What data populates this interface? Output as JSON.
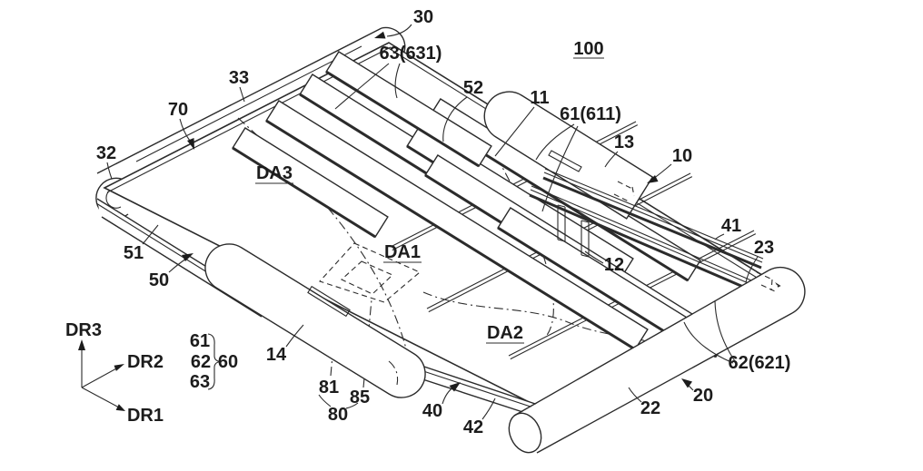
{
  "figure": {
    "kind": "patent-line-drawing",
    "line_color": "#2b2b2b",
    "background_color": "#ffffff",
    "labels": {
      "n100": "100",
      "n30": "30",
      "n63_631": "63(631)",
      "n33": "33",
      "n70": "70",
      "n32": "32",
      "n52": "52",
      "n11": "11",
      "n61_611": "61(611)",
      "n13": "13",
      "n10": "10",
      "n41": "41",
      "n23": "23",
      "n12": "12",
      "da3": "DA3",
      "da1": "DA1",
      "da2": "DA2",
      "n62_621": "62(621)",
      "n20": "20",
      "n22": "22",
      "n40": "40",
      "n42": "42",
      "n80": "80",
      "n81": "81",
      "n85": "85",
      "n14": "14",
      "n50": "50",
      "n51": "51",
      "g61": "61",
      "g62": "62",
      "g63": "63",
      "g60": "60",
      "dr1": "DR1",
      "dr2": "DR2",
      "dr3": "DR3"
    }
  }
}
